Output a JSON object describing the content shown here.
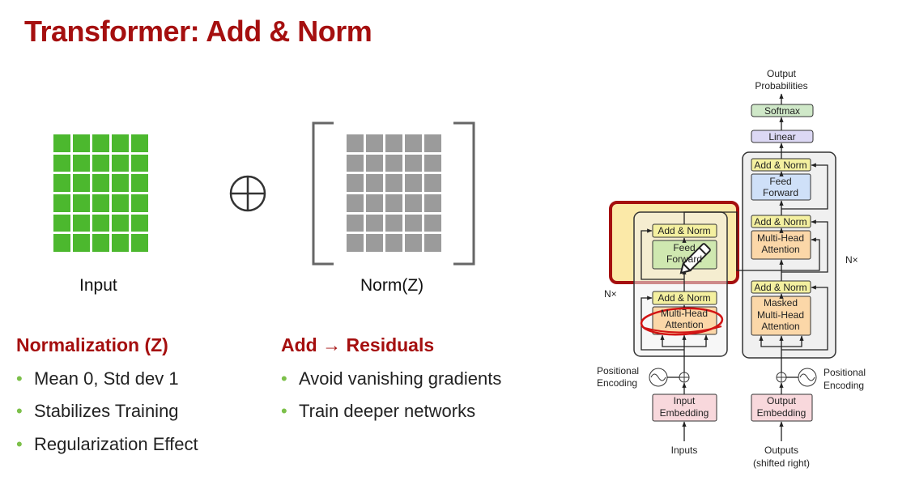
{
  "slide": {
    "title": "Transformer: Add & Norm",
    "input_label": "Input",
    "norm_label": "Norm(Z)",
    "left_section": {
      "heading": "Normalization (Z)",
      "bullets": [
        "Mean 0, Std dev 1",
        "Stabilizes Training",
        "Regularization Effect"
      ]
    },
    "right_section": {
      "heading_prefix": "Add",
      "heading_arrow": "→",
      "heading_suffix": "Residuals",
      "bullets": [
        "Avoid vanishing gradients",
        "Train deeper networks"
      ]
    }
  },
  "diagram": {
    "output_probabilities": [
      "Output",
      "Probabilities"
    ],
    "softmax": "Softmax",
    "linear": "Linear",
    "add_norm": "Add & Norm",
    "feed_forward": [
      "Feed",
      "Forward"
    ],
    "multi_head_attention": [
      "Multi-Head",
      "Attention"
    ],
    "masked_attention": [
      "Masked",
      "Multi-Head",
      "Attention"
    ],
    "nx": "N×",
    "positional_encoding": [
      "Positional",
      "Encoding"
    ],
    "input_embedding": [
      "Input",
      "Embedding"
    ],
    "output_embedding": [
      "Output",
      "Embedding"
    ],
    "inputs": "Inputs",
    "outputs": [
      "Outputs",
      "(shifted right)"
    ]
  },
  "colors": {
    "title": "#a50f0f",
    "input_grid": "#4cb82e",
    "norm_grid": "#9b9b9b",
    "bullet_dot": "#7cc04a",
    "highlight": "#a50f0f"
  }
}
